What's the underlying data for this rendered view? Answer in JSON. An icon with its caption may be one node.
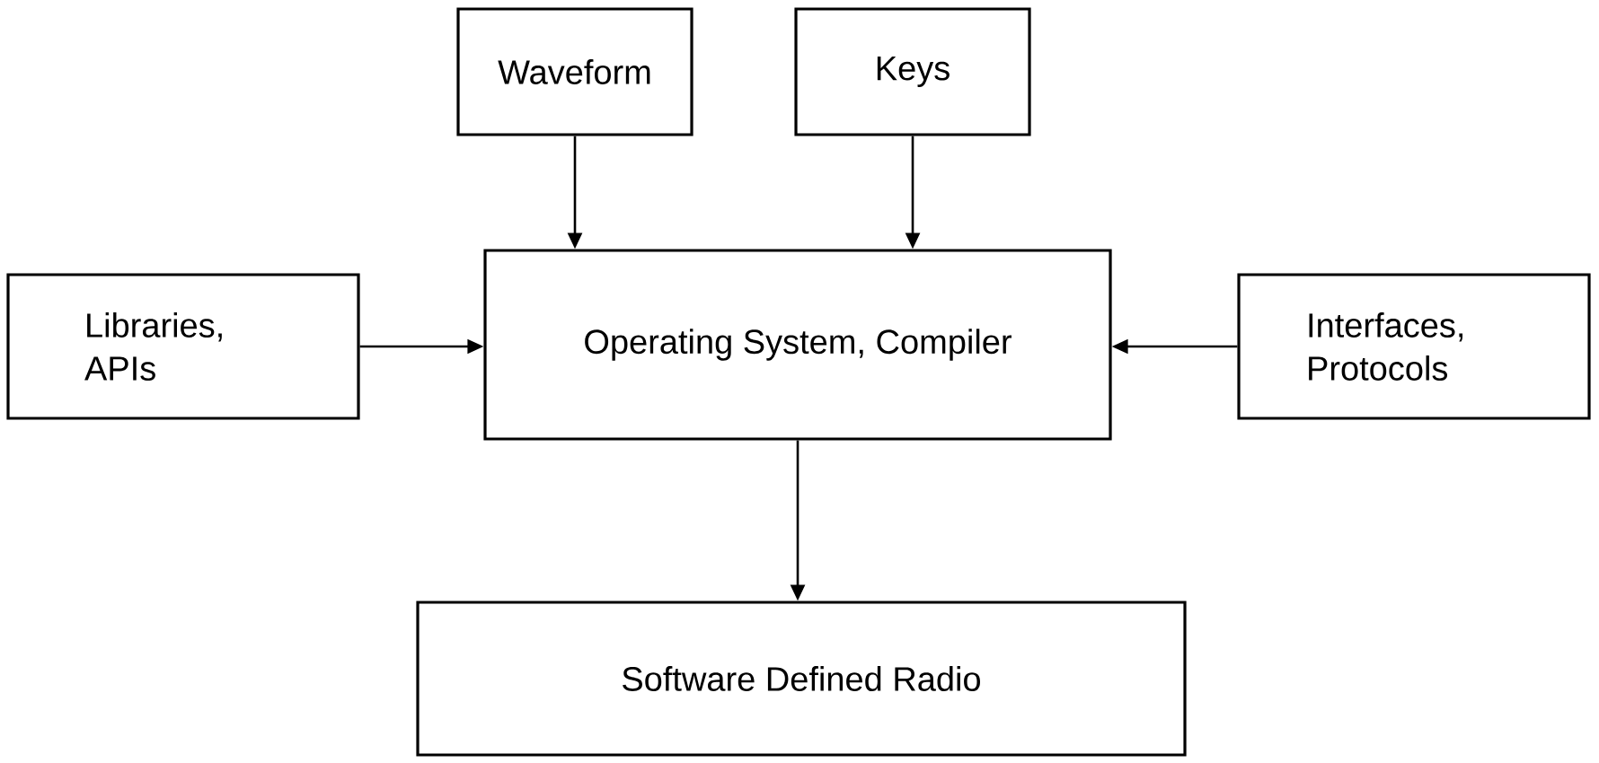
{
  "diagram": {
    "nodes": [
      {
        "text": [
          "Waveform"
        ]
      },
      {
        "text": [
          "Keys"
        ]
      },
      {
        "text": [
          "Libraries, APIs"
        ]
      },
      {
        "text": [
          "Operating System, Compiler"
        ]
      },
      {
        "text": [
          "Interfaces, Protocols"
        ]
      },
      {
        "text": [
          "Software Defined Radio"
        ]
      }
    ],
    "edges": [
      {
        "from": 0,
        "to": 3,
        "arrow": "to"
      },
      {
        "from": 1,
        "to": 3,
        "arrow": "to"
      },
      {
        "from": 2,
        "to": 3,
        "arrow": "to"
      },
      {
        "from": 4,
        "to": 3,
        "arrow": "to"
      },
      {
        "from": 3,
        "to": 5,
        "arrow": "to"
      }
    ]
  }
}
